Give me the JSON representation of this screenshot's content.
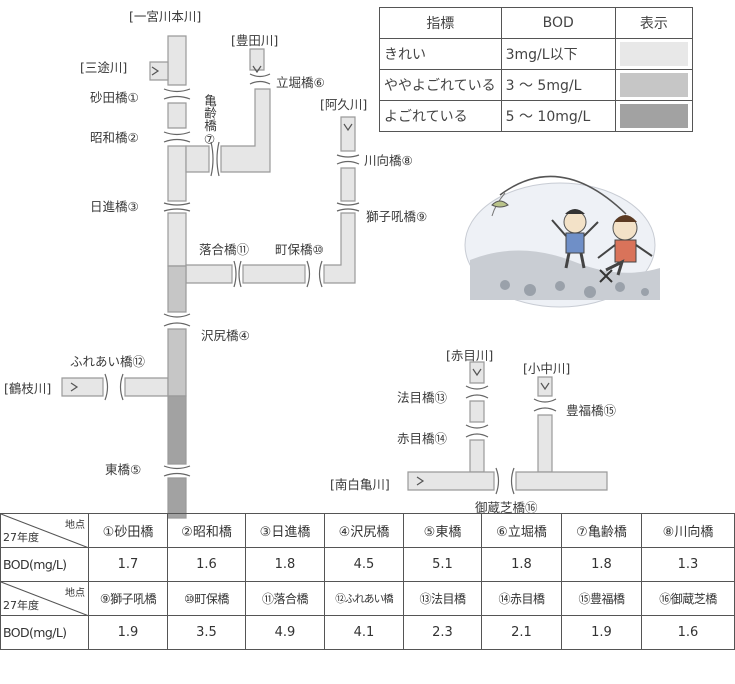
{
  "rivers": {
    "ichinomiya": "[一宮川本川]",
    "sanzu": "[三途川]",
    "toyoda": "[豊田川]",
    "aku": "[阿久川]",
    "tsurue": "[鶴枝川]",
    "akame": "[赤目川]",
    "konaka": "[小中川]",
    "nanpaku": "[南白亀川]"
  },
  "bridges": {
    "b1": "砂田橋①",
    "b2": "昭和橋②",
    "b3": "日進橋③",
    "b4": "沢尻橋④",
    "b5": "東橋⑤",
    "b6": "立堀橋⑥",
    "b7": "亀齢橋⑦",
    "b8": "川向橋⑧",
    "b9": "獅子吼橋⑨",
    "b10": "町保橋⑩",
    "b11": "落合橋⑪",
    "b12": "ふれあい橋⑫",
    "b13": "法目橋⑬",
    "b14": "赤目橋⑭",
    "b15": "豊福橋⑮",
    "b16": "御蔵芝橋⑯"
  },
  "legend": {
    "headers": [
      "指標",
      "BOD",
      "表示"
    ],
    "rows": [
      {
        "label": "きれい",
        "bod": "3mg/L以下",
        "color": "#e8e8e8"
      },
      {
        "label": "ややよごれている",
        "bod": "3 ～ 5mg/L",
        "color": "#c6c6c6"
      },
      {
        "label": "よごれている",
        "bod": "5 ～ 10mg/L",
        "color": "#a2a2a2"
      }
    ]
  },
  "bod_table": {
    "corner_top": "地点",
    "corner_bottom": "27年度",
    "row_label": "BOD(mg/L)",
    "row1_points": [
      "①砂田橋",
      "②昭和橋",
      "③日進橋",
      "④沢尻橋",
      "⑤東橋",
      "⑥立堀橋",
      "⑦亀齢橋",
      "⑧川向橋"
    ],
    "row1_values": [
      "1.7",
      "1.6",
      "1.8",
      "4.5",
      "5.1",
      "1.8",
      "1.8",
      "1.3"
    ],
    "row2_points": [
      "⑨獅子吼橋",
      "⑩町保橋",
      "⑪落合橋",
      "⑫ふれあい橋",
      "⑬法目橋",
      "⑭赤目橋",
      "⑮豊福橋",
      "⑯御蔵芝橋"
    ],
    "row2_values": [
      "1.9",
      "3.5",
      "4.9",
      "4.1",
      "2.3",
      "2.1",
      "1.9",
      "1.6"
    ]
  }
}
